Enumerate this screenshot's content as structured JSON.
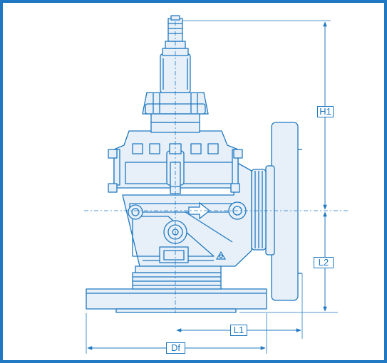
{
  "colors": {
    "border": "#1f78c1",
    "line": "#1f78c1",
    "body_fill": "#e7f0f8",
    "background": "#ffffff"
  },
  "icons": {
    "flow_arrow": "flow-direction-arrow-icon",
    "recycle": "recycle-icon"
  },
  "dimensions": {
    "h1": "H1",
    "l2": "L2",
    "l1": "L1",
    "df": "Df"
  }
}
